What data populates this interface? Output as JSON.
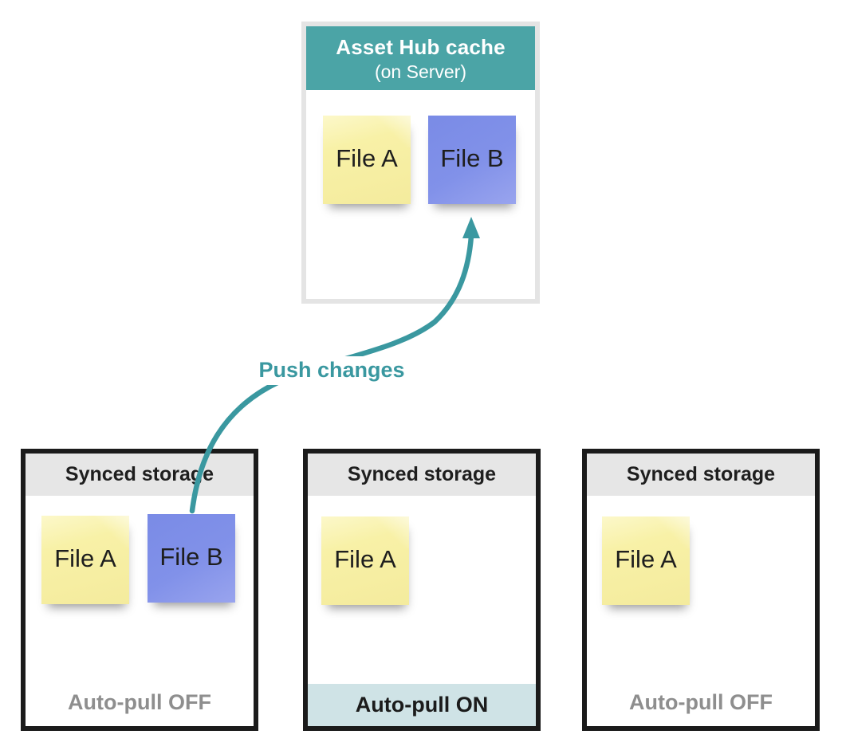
{
  "colors": {
    "accent_teal": "#3a98a0",
    "server_header_teal": "#4ba4a6",
    "note_yellow": "#f8f1a7",
    "note_blue": "#8191e9",
    "storage_border_black": "#1b1b1b",
    "storage_header_gray": "#e6e6e6",
    "footer_on_bg": "#cfe3e6",
    "footer_off_text": "#8e8e8e"
  },
  "server_box": {
    "title": "Asset Hub cache",
    "subtitle": "(on Server)",
    "files": [
      {
        "label": "File A",
        "color": "yellow"
      },
      {
        "label": "File B",
        "color": "blue"
      }
    ]
  },
  "push_arrow": {
    "label": "Push changes"
  },
  "storage_boxes": [
    {
      "title": "Synced storage",
      "files": [
        {
          "label": "File A",
          "color": "yellow"
        },
        {
          "label": "File B",
          "color": "blue"
        }
      ],
      "footer": {
        "label": "Auto-pull OFF",
        "state": "off"
      }
    },
    {
      "title": "Synced storage",
      "files": [
        {
          "label": "File A",
          "color": "yellow"
        }
      ],
      "footer": {
        "label": "Auto-pull ON",
        "state": "on"
      }
    },
    {
      "title": "Synced storage",
      "files": [
        {
          "label": "File A",
          "color": "yellow"
        }
      ],
      "footer": {
        "label": "Auto-pull OFF",
        "state": "off"
      }
    }
  ]
}
